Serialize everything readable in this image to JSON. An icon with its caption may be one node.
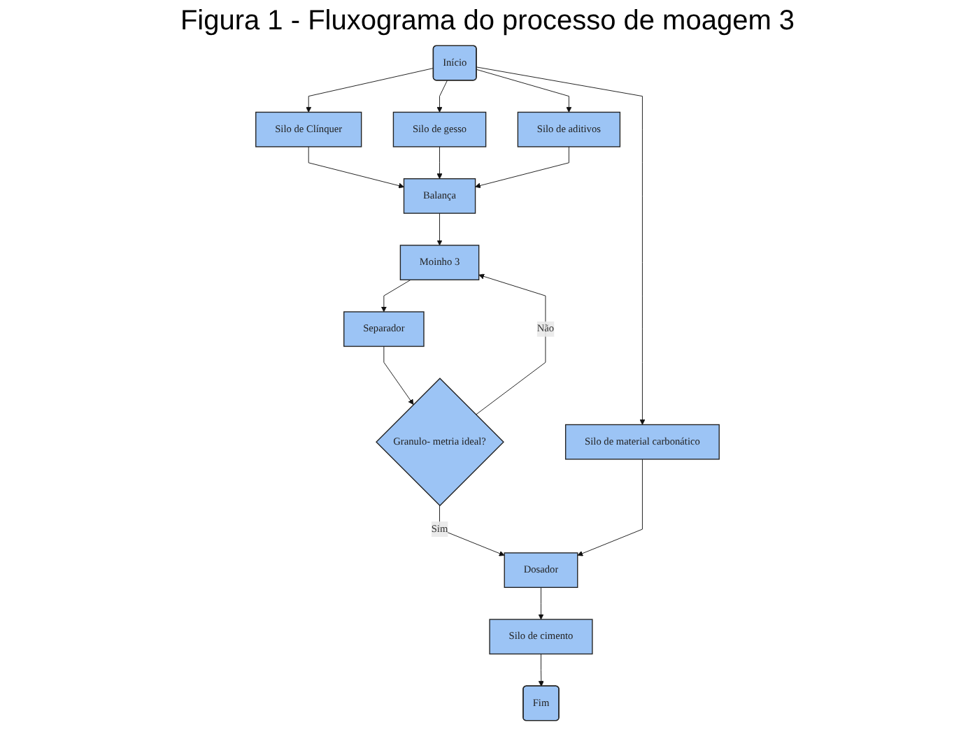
{
  "diagram": {
    "title": "Figura 1 - Fluxograma do processo de moagem 3",
    "nodes": [
      {
        "text": [
          "Início"
        ]
      },
      {
        "text": [
          "Silo de Clínquer"
        ]
      },
      {
        "text": [
          "Silo de gesso"
        ]
      },
      {
        "text": [
          "Silo de aditivos"
        ]
      },
      {
        "text": [
          "Silo de material carbonático"
        ]
      },
      {
        "text": [
          "Balança"
        ]
      },
      {
        "text": [
          "Moinho 3"
        ]
      },
      {
        "text": [
          "Separador"
        ]
      },
      {
        "text": [
          "Granulo- metria ideal?"
        ]
      },
      {
        "text": [
          "Dosador"
        ]
      },
      {
        "text": [
          "Silo de cimento"
        ]
      },
      {
        "text": [
          "Fim"
        ]
      }
    ],
    "edges": [
      {
        "from": 0,
        "to": 1,
        "arrow": "to"
      },
      {
        "from": 0,
        "to": 2,
        "arrow": "to"
      },
      {
        "from": 0,
        "to": 3,
        "arrow": "to"
      },
      {
        "from": 0,
        "to": 4,
        "arrow": "to"
      },
      {
        "from": 1,
        "to": 5,
        "arrow": "to"
      },
      {
        "from": 2,
        "to": 5,
        "arrow": "to"
      },
      {
        "from": 3,
        "to": 5,
        "arrow": "to"
      },
      {
        "from": 5,
        "to": 6,
        "arrow": "to"
      },
      {
        "from": 6,
        "to": 7,
        "arrow": "to"
      },
      {
        "from": 7,
        "to": 8,
        "arrow": "to"
      },
      {
        "from": 8,
        "to": 6,
        "arrow": "to",
        "label": "Não"
      },
      {
        "from": 8,
        "to": 9,
        "arrow": "to",
        "label": "Sim"
      },
      {
        "from": 4,
        "to": 9,
        "arrow": "to"
      },
      {
        "from": 9,
        "to": 10,
        "arrow": "to"
      },
      {
        "from": 10,
        "to": 11,
        "arrow": "to"
      }
    ]
  }
}
